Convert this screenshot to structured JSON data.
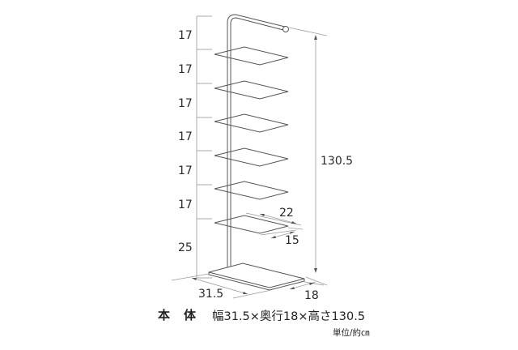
{
  "figure": {
    "type": "dimension-drawing",
    "subject": "shoe rack with 7 shelves and top hanging rod",
    "height_segments": [
      {
        "label": "17",
        "y_label": 43
      },
      {
        "label": "17",
        "y_label": 85
      },
      {
        "label": "17",
        "y_label": 127
      },
      {
        "label": "17",
        "y_label": 168
      },
      {
        "label": "17",
        "y_label": 210
      },
      {
        "label": "17",
        "y_label": 252
      },
      {
        "label": "25",
        "y_label": 305
      }
    ],
    "overall_height_label": "130.5",
    "shelf_width_label": "22",
    "shelf_depth_label": "15",
    "base_width_label": "31.5",
    "base_depth_label": "18",
    "line_color": "#555555",
    "dim_line_color": "#9a9a9a"
  },
  "caption": {
    "label_char1": "本",
    "label_char2": "体",
    "spec": "幅31.5×奥行18×高さ130.5",
    "unit": "単位/約㎝"
  }
}
